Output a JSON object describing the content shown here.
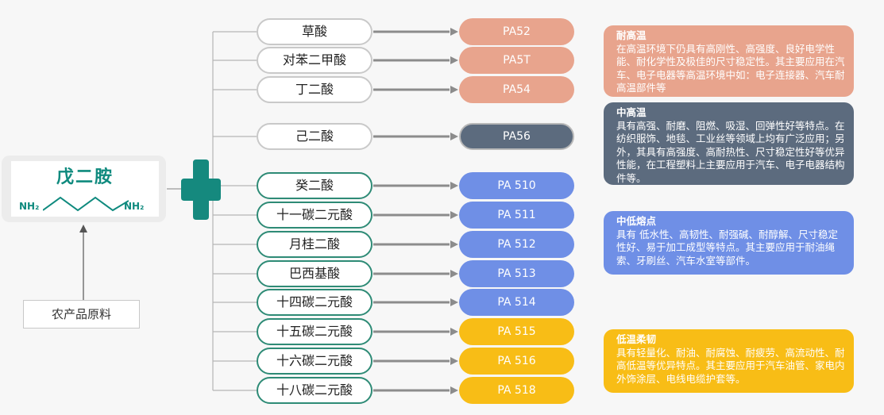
{
  "center": {
    "name": "戊二胺",
    "nh2_left": "NH₂",
    "nh2_right": "NH₂"
  },
  "raw_material": "农产品原料",
  "colors": {
    "teal": "#15897e",
    "high_temp": "#e8a48d",
    "mid_high": "#5c6b7e",
    "mid_low": "#6f8fe6",
    "low": "#f8bd16",
    "acid_border_grey": "#c9c9c9",
    "acid_border_teal": "#2e8b76"
  },
  "rows": [
    {
      "acid": "草酸",
      "pa": "PA52",
      "group": "high_temp"
    },
    {
      "acid": "对苯二甲酸",
      "pa": "PA5T",
      "group": "high_temp"
    },
    {
      "acid": "丁二酸",
      "pa": "PA54",
      "group": "high_temp"
    },
    {
      "acid": "己二酸",
      "pa": "PA56",
      "group": "mid_high"
    },
    {
      "acid": "癸二酸",
      "pa": "PA 510",
      "group": "mid_low"
    },
    {
      "acid": "十一碳二元酸",
      "pa": "PA 511",
      "group": "mid_low"
    },
    {
      "acid": "月桂二酸",
      "pa": "PA 512",
      "group": "mid_low"
    },
    {
      "acid": "巴西基酸",
      "pa": "PA 513",
      "group": "mid_low"
    },
    {
      "acid": "十四碳二元酸",
      "pa": "PA 514",
      "group": "mid_low"
    },
    {
      "acid": "十五碳二元酸",
      "pa": "PA 515",
      "group": "low"
    },
    {
      "acid": "十六碳二元酸",
      "pa": "PA 516",
      "group": "low"
    },
    {
      "acid": "十八碳二元酸",
      "pa": "PA 518",
      "group": "low"
    }
  ],
  "descriptions": [
    {
      "group": "high_temp",
      "title": "耐高温",
      "text": "在高温环境下仍具有高刚性、高强度、良好电学性能、耐化学性及极佳的尺寸稳定性。其主要应用在汽车、电子电器等高温环境中如：电子连接器、汽车耐高温部件等"
    },
    {
      "group": "mid_high",
      "title": "中高温",
      "text": "具有高强、耐磨、阻燃、吸湿、回弹性好等特点。在纺织服饰、地毯、工业丝等领域上均有广泛应用；另外，其具有高强度、高耐热性、尺寸稳定性好等优异性能，在工程塑料上主要应用于汽车、电子电器结构件等。"
    },
    {
      "group": "mid_low",
      "title": "中低熔点",
      "text": "具有 低水性、高韧性、耐强碱、耐醇解、尺寸稳定性好、易于加工成型等特点。其主要应用于耐油绳索、牙刷丝、汽车水室等部件。"
    },
    {
      "group": "low",
      "title": "低温柔韧",
      "text": "具有轻量化、耐油、耐腐蚀、耐疲劳、高流动性、耐高低温等优异特点。其主要应用于汽车油管、家电内外饰涂层、电线电缆护套等。"
    }
  ]
}
